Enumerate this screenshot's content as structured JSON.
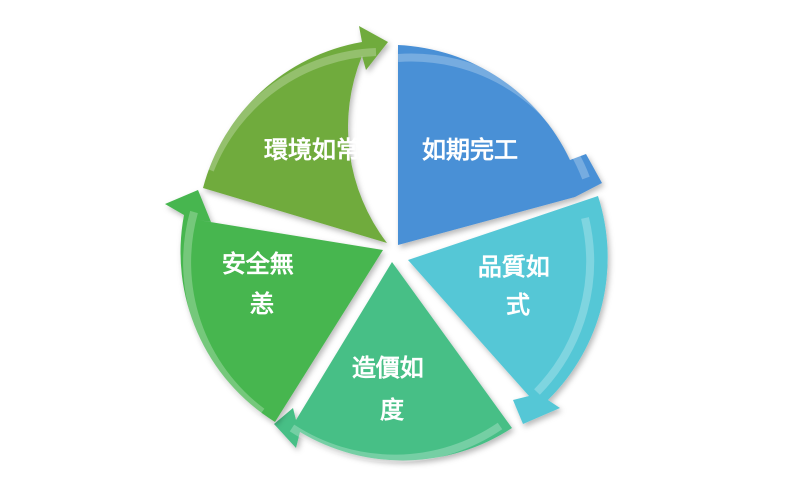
{
  "diagram": {
    "type": "cycle",
    "segments": [
      {
        "id": "schedule",
        "lines": [
          "如期完工"
        ],
        "color": "#4a90d6",
        "dark": "#3a74b7"
      },
      {
        "id": "quality",
        "lines": [
          "品質如",
          "式"
        ],
        "color": "#55c7d6",
        "dark": "#36a8b8"
      },
      {
        "id": "cost",
        "lines": [
          "造價如",
          "度"
        ],
        "color": "#46bf86",
        "dark": "#2e9f6a"
      },
      {
        "id": "safety",
        "lines": [
          "安全無",
          "恙"
        ],
        "color": "#46b64f",
        "dark": "#2f9638"
      },
      {
        "id": "environment",
        "lines": [
          "環境如常"
        ],
        "color": "#70ab3e",
        "dark": "#568d2b"
      }
    ]
  }
}
